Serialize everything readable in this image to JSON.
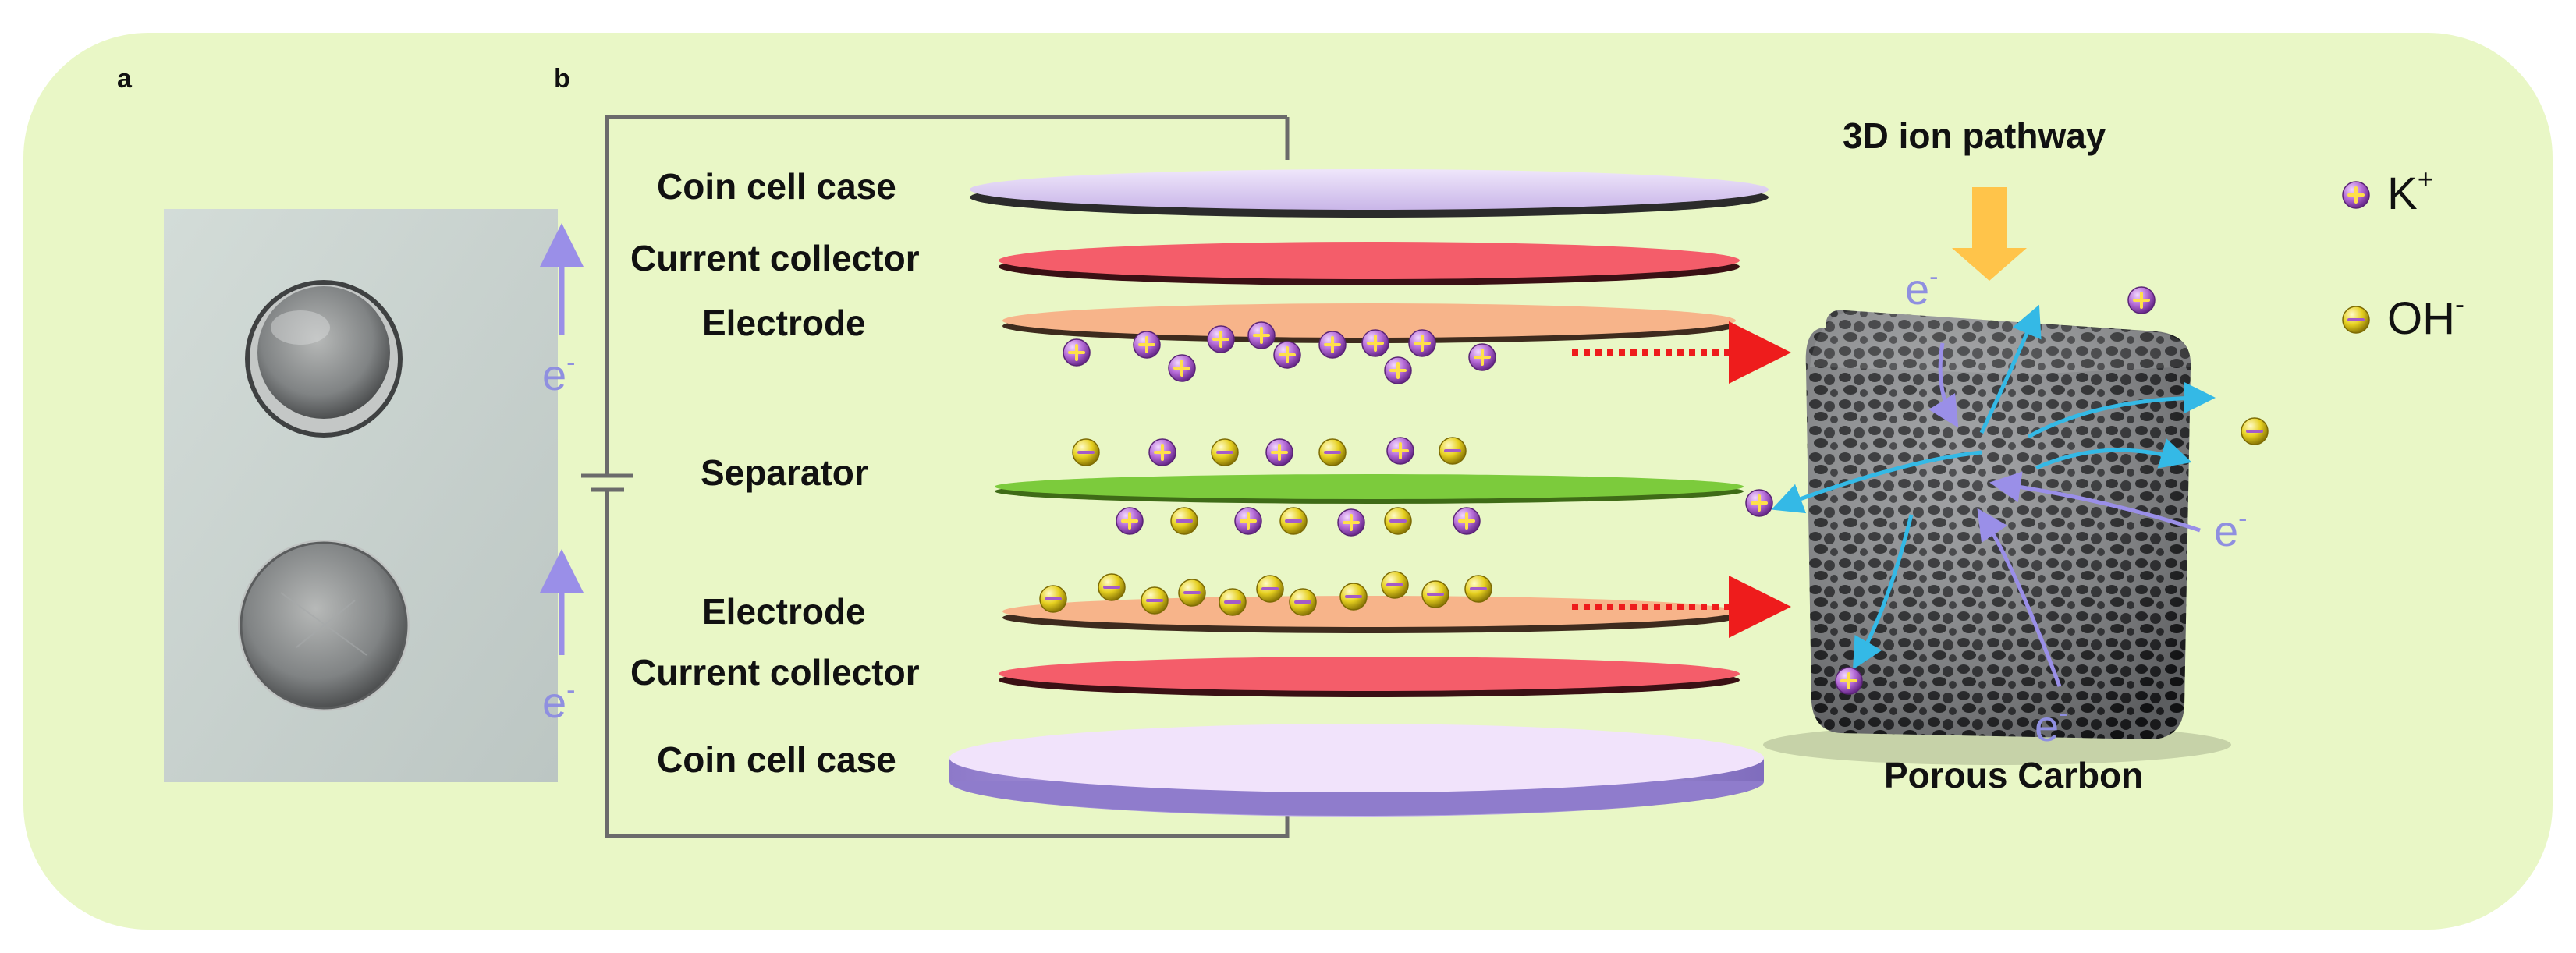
{
  "panels": {
    "a": "a",
    "b": "b"
  },
  "layers": {
    "case_top": "Coin cell case",
    "collector_top": "Current collector",
    "electrode_top": "Electrode",
    "separator": "Separator",
    "electrode_bottom": "Electrode",
    "collector_bottom": "Current collector",
    "case_bottom": "Coin cell case"
  },
  "electron": {
    "symbol": "e",
    "sign": "-"
  },
  "pathway_label": "3D ion pathway",
  "cube_label": "Porous Carbon",
  "legend": {
    "k_ion": {
      "base": "K",
      "sup": "+"
    },
    "oh_ion": {
      "base": "OH",
      "sup": "-"
    }
  },
  "colors": {
    "background": "#e9f7c6",
    "case": "#d9c8ef",
    "collector": "#f45d6a",
    "electrode": "#f7b48a",
    "separator": "#7ccb3c",
    "ion_k": "#b46ad6",
    "ion_oh": "#e6d020",
    "electron_arrow": "#9a8fe8",
    "ion_arrow": "#34b9e6",
    "transfer_arrow": "#ee1c1c",
    "pathway_arrow": "#ffc44a"
  }
}
